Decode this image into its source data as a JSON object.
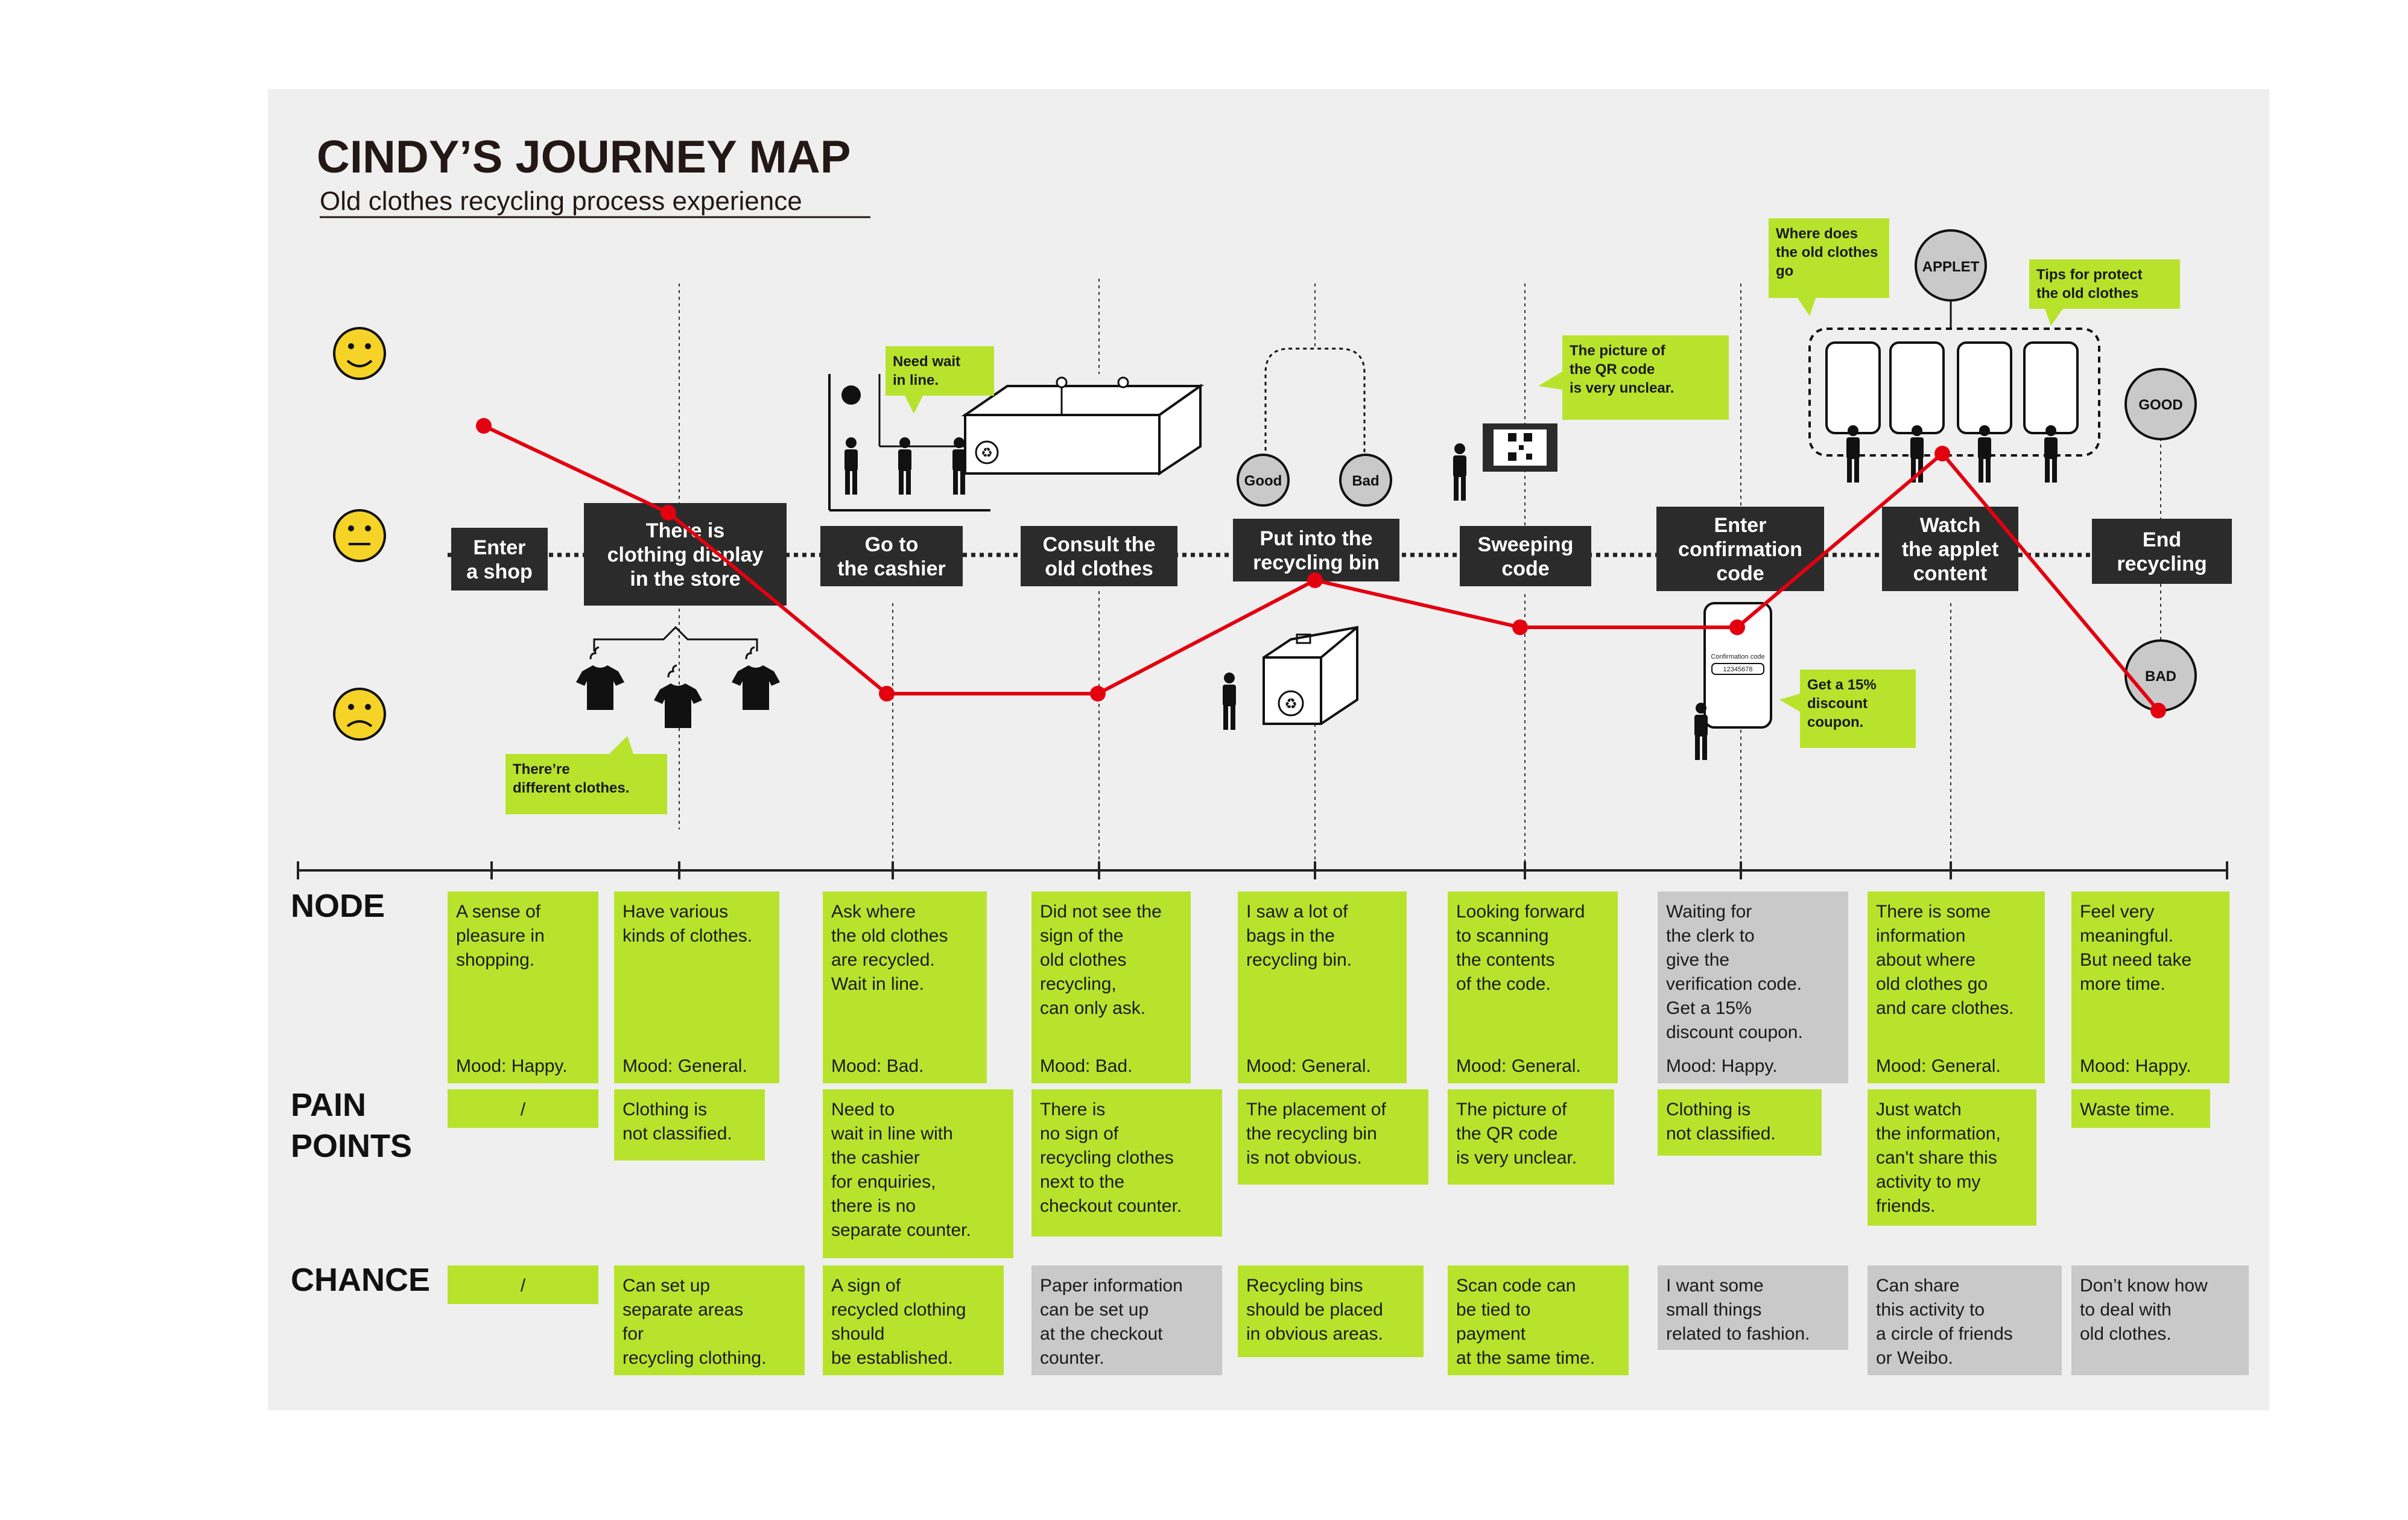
{
  "title": "CINDY’S JOURNEY MAP",
  "subtitle": "Old clothes recycling process experience",
  "stages": [
    {
      "label": "Enter\na shop"
    },
    {
      "label": "There is\nclothing display\nin the store"
    },
    {
      "label": "Go to\nthe cashier"
    },
    {
      "label": "Consult the\nold clothes"
    },
    {
      "label": "Put into the\nrecycling bin"
    },
    {
      "label": "Sweeping\ncode"
    },
    {
      "label": "Enter\nconfirmation\ncode"
    },
    {
      "label": "Watch\nthe applet\ncontent"
    },
    {
      "label": "End\nrecycling"
    }
  ],
  "emotion_curve": {
    "levels": [
      "happy",
      "general",
      "bad"
    ],
    "points": [
      {
        "stage": "Enter a shop",
        "mood": "Happy"
      },
      {
        "stage": "There is clothing display in the store",
        "mood": "General"
      },
      {
        "stage": "Go to the cashier",
        "mood": "Bad"
      },
      {
        "stage": "Consult the old clothes",
        "mood": "Bad"
      },
      {
        "stage": "Put into the recycling bin",
        "mood": "General"
      },
      {
        "stage": "Sweeping code",
        "mood": "General"
      },
      {
        "stage": "Enter confirmation code",
        "mood": "General"
      },
      {
        "stage": "Watch the applet content",
        "mood": "Happy"
      },
      {
        "stage": "End recycling",
        "mood": "Bad"
      }
    ]
  },
  "callouts": {
    "need_wait": "Need wait\nin line.",
    "different_clothes": "There’re\ndifferent clothes.",
    "qr_unclear": "The picture of\nthe QR code\nis very unclear.",
    "discount": "Get a 15%\ndiscount\ncoupon.",
    "where_go": "Where does\nthe old clothes\ngo",
    "tips": "Tips for protect\nthe old clothes"
  },
  "illustration_labels": {
    "good": "Good",
    "bad": "Bad",
    "applet": "APPLET",
    "good_caps": "GOOD",
    "bad_caps": "BAD",
    "phone_label": "Confirmation code",
    "phone_code": "12345678"
  },
  "rows": {
    "node": "NODE",
    "pain_points": "PAIN\nPOINTS",
    "chance": "CHANCE"
  },
  "node_cards": [
    {
      "text": "A sense of\npleasure in\nshopping.",
      "mood": "Mood: Happy.",
      "color": "#b8e32d"
    },
    {
      "text": "Have various\nkinds of clothes.",
      "mood": "Mood: General.",
      "color": "#b8e32d"
    },
    {
      "text": "Ask where\nthe old clothes\nare recycled.\nWait in line.",
      "mood": "Mood: Bad.",
      "color": "#b8e32d"
    },
    {
      "text": "Did not see the\nsign of the\nold clothes\nrecycling,\ncan only ask.",
      "mood": "Mood: Bad.",
      "color": "#b8e32d"
    },
    {
      "text": "I saw a lot of\nbags in the\nrecycling bin.",
      "mood": "Mood: General.",
      "color": "#b8e32d"
    },
    {
      "text": "Looking forward\nto scanning\nthe contents\nof the code.",
      "mood": "Mood: General.",
      "color": "#b8e32d"
    },
    {
      "text": "Waiting for\nthe clerk to\ngive the\nverification code.\nGet a 15%\ndiscount coupon.",
      "mood": "Mood: Happy.",
      "color": "#c9c9c9"
    },
    {
      "text": "There is some\ninformation\nabout where\nold clothes go\nand care clothes.",
      "mood": "Mood: General.",
      "color": "#b8e32d"
    },
    {
      "text": "Feel very\nmeaningful.\nBut need take\nmore time.",
      "mood": "Mood: Happy.",
      "color": "#b8e32d"
    }
  ],
  "pain_cards": [
    {
      "text": "/",
      "color": "#b8e32d"
    },
    {
      "text": "Clothing is\nnot classified.",
      "color": "#b8e32d"
    },
    {
      "text": "Need to\nwait in line with\nthe cashier\nfor enquiries,\nthere is no\nseparate counter.",
      "color": "#b8e32d"
    },
    {
      "text": "There is\nno sign of\nrecycling clothes\nnext to the\ncheckout counter.",
      "color": "#b8e32d"
    },
    {
      "text": "The placement of\nthe recycling bin\nis not obvious.",
      "color": "#b8e32d"
    },
    {
      "text": "The picture of\nthe QR code\nis very unclear.",
      "color": "#b8e32d"
    },
    {
      "text": "Clothing is\nnot classified.",
      "color": "#b8e32d"
    },
    {
      "text": "Just watch\nthe information,\ncan't share this\nactivity to my\nfriends.",
      "color": "#b8e32d"
    },
    {
      "text": "Waste time.",
      "color": "#b8e32d"
    }
  ],
  "chance_cards": [
    {
      "text": "/",
      "color": "#b8e32d"
    },
    {
      "text": "Can set up\nseparate areas\nfor\nrecycling clothing.",
      "color": "#b8e32d"
    },
    {
      "text": "A sign of\nrecycled clothing\nshould\nbe established.",
      "color": "#b8e32d"
    },
    {
      "text": "Paper information\ncan be set up\nat the checkout\ncounter.",
      "color": "#c9c9c9"
    },
    {
      "text": "Recycling bins\nshould be placed\nin obvious areas.",
      "color": "#b8e32d"
    },
    {
      "text": "Scan code can\nbe tied to\npayment\nat the same time.",
      "color": "#b8e32d"
    },
    {
      "text": "I want some\nsmall things\nrelated to fashion.",
      "color": "#c9c9c9"
    },
    {
      "text": "Can share\nthis activity to\na circle of friends\nor Weibo.",
      "color": "#c9c9c9"
    },
    {
      "text": "Don’t know how\nto deal with\nold clothes.",
      "color": "#c9c9c9"
    }
  ],
  "colors": {
    "panel": "#efefef",
    "curve": "#e3000f",
    "green": "#b8e32d",
    "grey": "#c9c9c9",
    "stage_box": "#2b2b2b",
    "smiley": "#f5d327"
  }
}
